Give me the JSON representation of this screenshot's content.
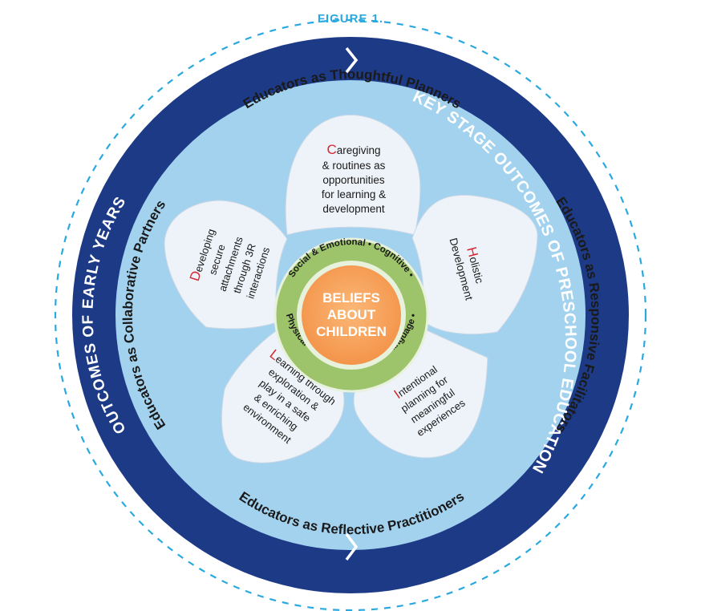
{
  "figure_title": "FIGURE 1.",
  "outer_ring": {
    "left_label": "OUTCOMES OF EARLY YEARS",
    "right_label": "KEY STAGE OUTCOMES OF PRESCHOOL EDUCATION"
  },
  "educator_roles": {
    "top": "Educators as Thoughtful Planners",
    "right": "Educators as Responsive Facilitators",
    "bottom": "Educators as Reflective Practitioners",
    "left": "Educators as Collaborative Partners"
  },
  "petals": [
    {
      "initial": "C",
      "lines": [
        "aregiving",
        "& routines as",
        "opportunities",
        "for learning &",
        "development"
      ]
    },
    {
      "initial": "H",
      "lines": [
        "olistic",
        "Development"
      ]
    },
    {
      "initial": "I",
      "lines": [
        "ntentional",
        "planning for",
        "meaningful",
        "experiences"
      ]
    },
    {
      "initial": "L",
      "lines": [
        "earning through",
        "exploration &",
        "play in a safe",
        "& enriching",
        "environment"
      ]
    },
    {
      "initial": "D",
      "lines": [
        "eveloping",
        "secure",
        "attachments",
        "through 3R",
        "interactions"
      ]
    }
  ],
  "domain_ring": {
    "top": "Social & Emotional  •  Cognitive  •",
    "bottom": "Physical  •  Communication & Language  •"
  },
  "center": {
    "lines": [
      "BELIEFS",
      "ABOUT",
      "CHILDREN"
    ]
  },
  "colors": {
    "title": "#29a9e0",
    "dashed_ring": "#29a9e0",
    "outer_ring": "#1d3a87",
    "inner_disc": "#a3d2ef",
    "petal": "#eef3f9",
    "petal_initial": "#d6262f",
    "green_ring": "#9dc46a",
    "center": "#f6a15c"
  }
}
